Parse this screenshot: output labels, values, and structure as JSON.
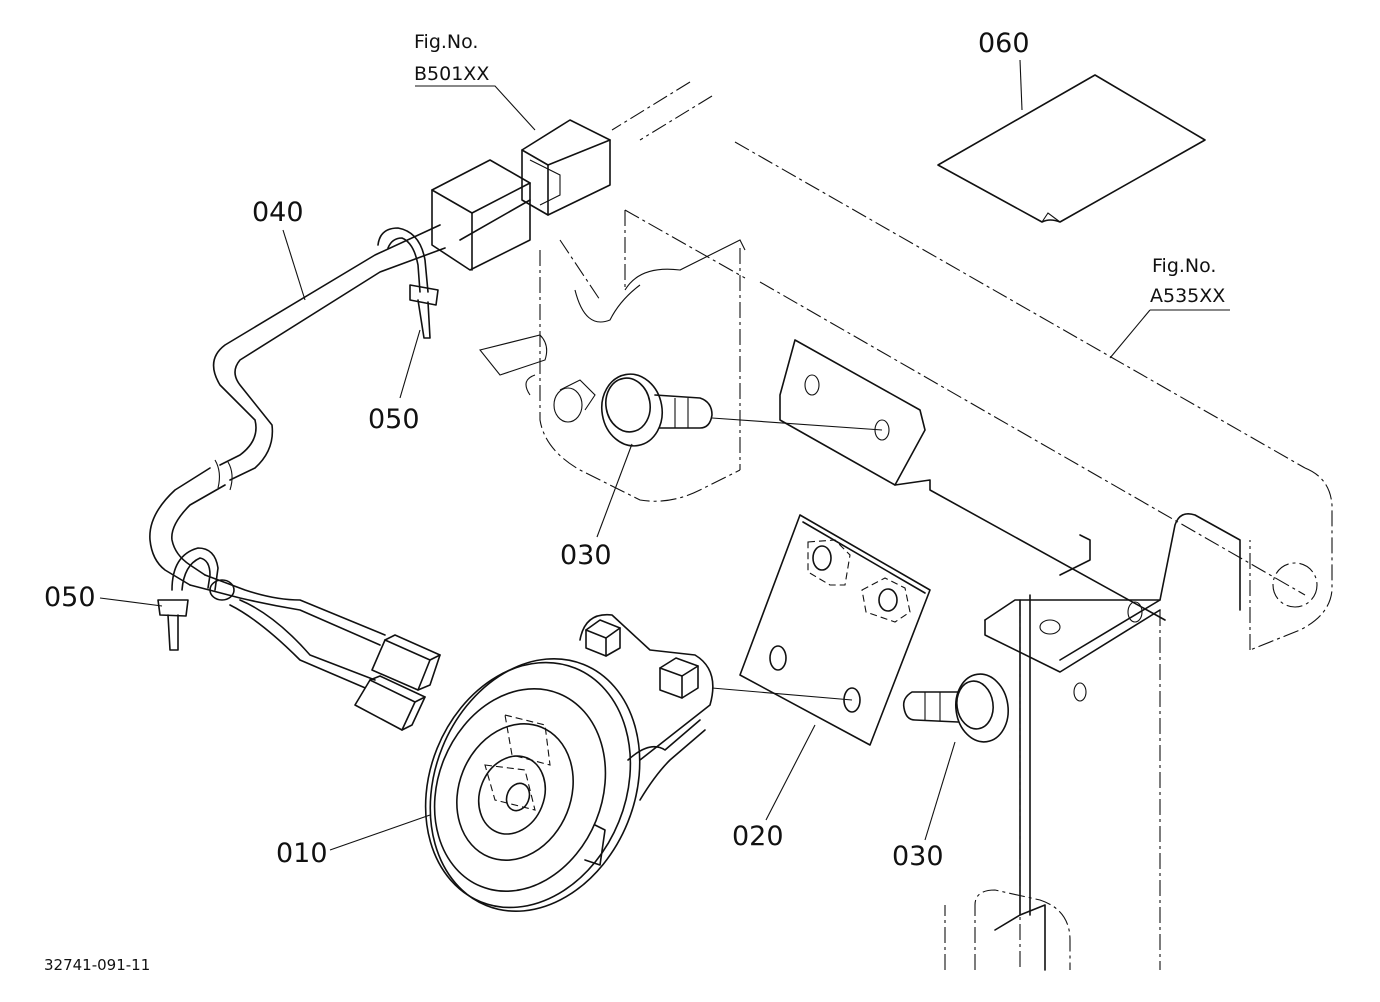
{
  "callouts": {
    "horn": "010",
    "bracket": "020",
    "bolt_upper": "030",
    "bolt_lower": "030",
    "harness": "040",
    "tie_upper": "050",
    "tie_lower": "050",
    "label_sheet": "060"
  },
  "figure_refs": {
    "b501": {
      "line1": "Fig.No.",
      "line2": "B501XX"
    },
    "a535": {
      "line1": "Fig.No.",
      "line2": "A535XX"
    }
  },
  "document_id": "32741-091-11"
}
